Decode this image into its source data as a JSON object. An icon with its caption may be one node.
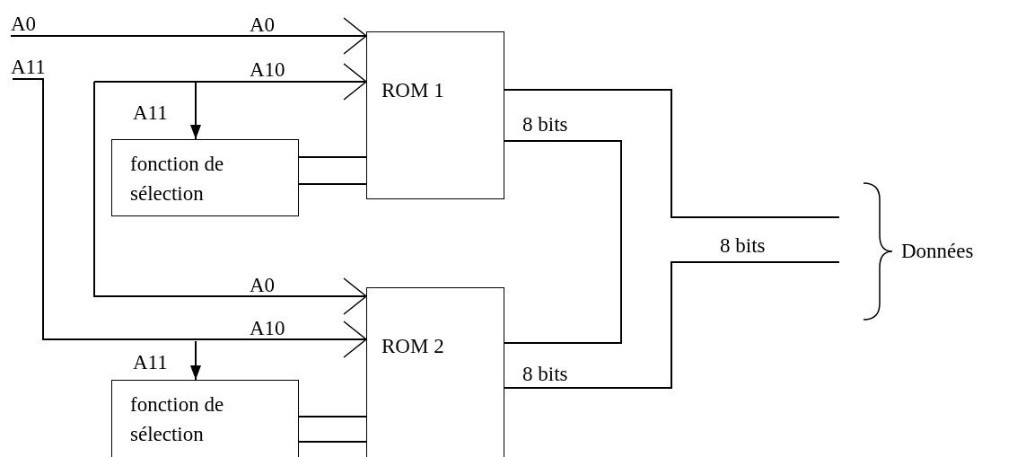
{
  "diagram": {
    "nodes": [
      {
        "text": [
          "A0"
        ]
      },
      {
        "text": [
          "A11"
        ]
      },
      {
        "text": [
          "ROM 1"
        ]
      },
      {
        "text": [
          "fonction de sélection"
        ]
      },
      {
        "text": [
          "ROM 2"
        ]
      },
      {
        "text": [
          "fonction de sélection"
        ]
      }
    ],
    "edges": [
      {
        "from": 0,
        "to": 2,
        "arrow": "to",
        "label": "A0"
      },
      {
        "from": null,
        "to": 2,
        "arrow": "to",
        "label": "A10"
      },
      {
        "from": null,
        "to": 3,
        "arrow": "to",
        "label": "A11"
      },
      {
        "from": null,
        "to": 4,
        "arrow": "to",
        "label": "A0"
      },
      {
        "from": 1,
        "to": 4,
        "arrow": "to",
        "label": "A10"
      },
      {
        "from": null,
        "to": 5,
        "arrow": "to",
        "label": "A11"
      },
      {
        "from": 3,
        "to": 2,
        "arrow": "none"
      },
      {
        "from": 3,
        "to": 2,
        "arrow": "none"
      },
      {
        "from": 5,
        "to": 4,
        "arrow": "none"
      },
      {
        "from": 5,
        "to": 4,
        "arrow": "none"
      },
      {
        "from": 2,
        "to": null,
        "arrow": "none"
      },
      {
        "from": 2,
        "to": 4,
        "arrow": "none",
        "label": "8 bits"
      },
      {
        "from": 4,
        "to": null,
        "arrow": "none",
        "label": "8 bits"
      }
    ],
    "labels": [
      "8 bits",
      "Données"
    ]
  }
}
